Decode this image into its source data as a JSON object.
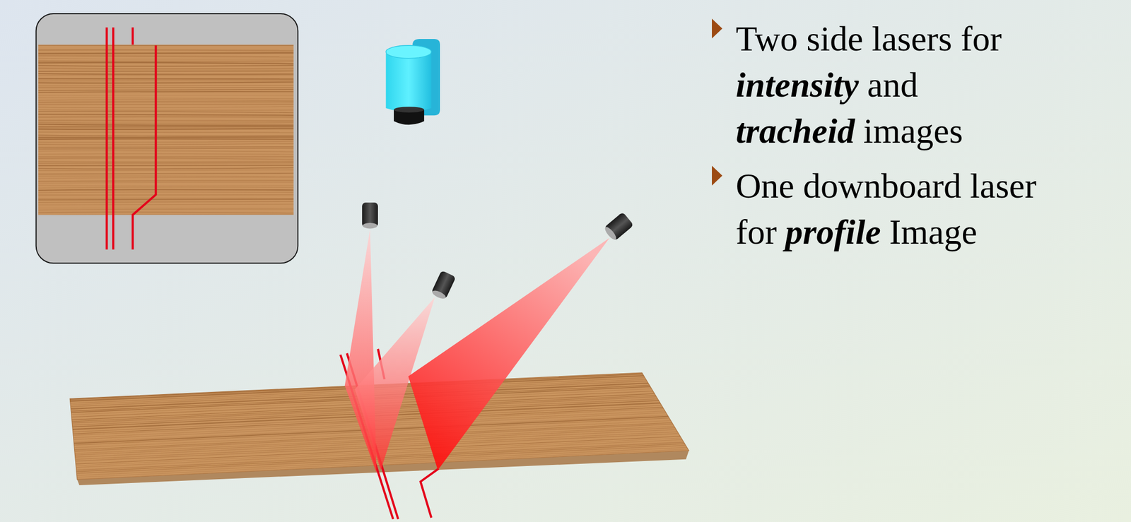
{
  "diagram": {
    "labels": [
      "Two side lasers for",
      "intensity",
      "and",
      "tracheid",
      "images",
      "One downboard laser",
      "for",
      "profile",
      "Image"
    ]
  }
}
